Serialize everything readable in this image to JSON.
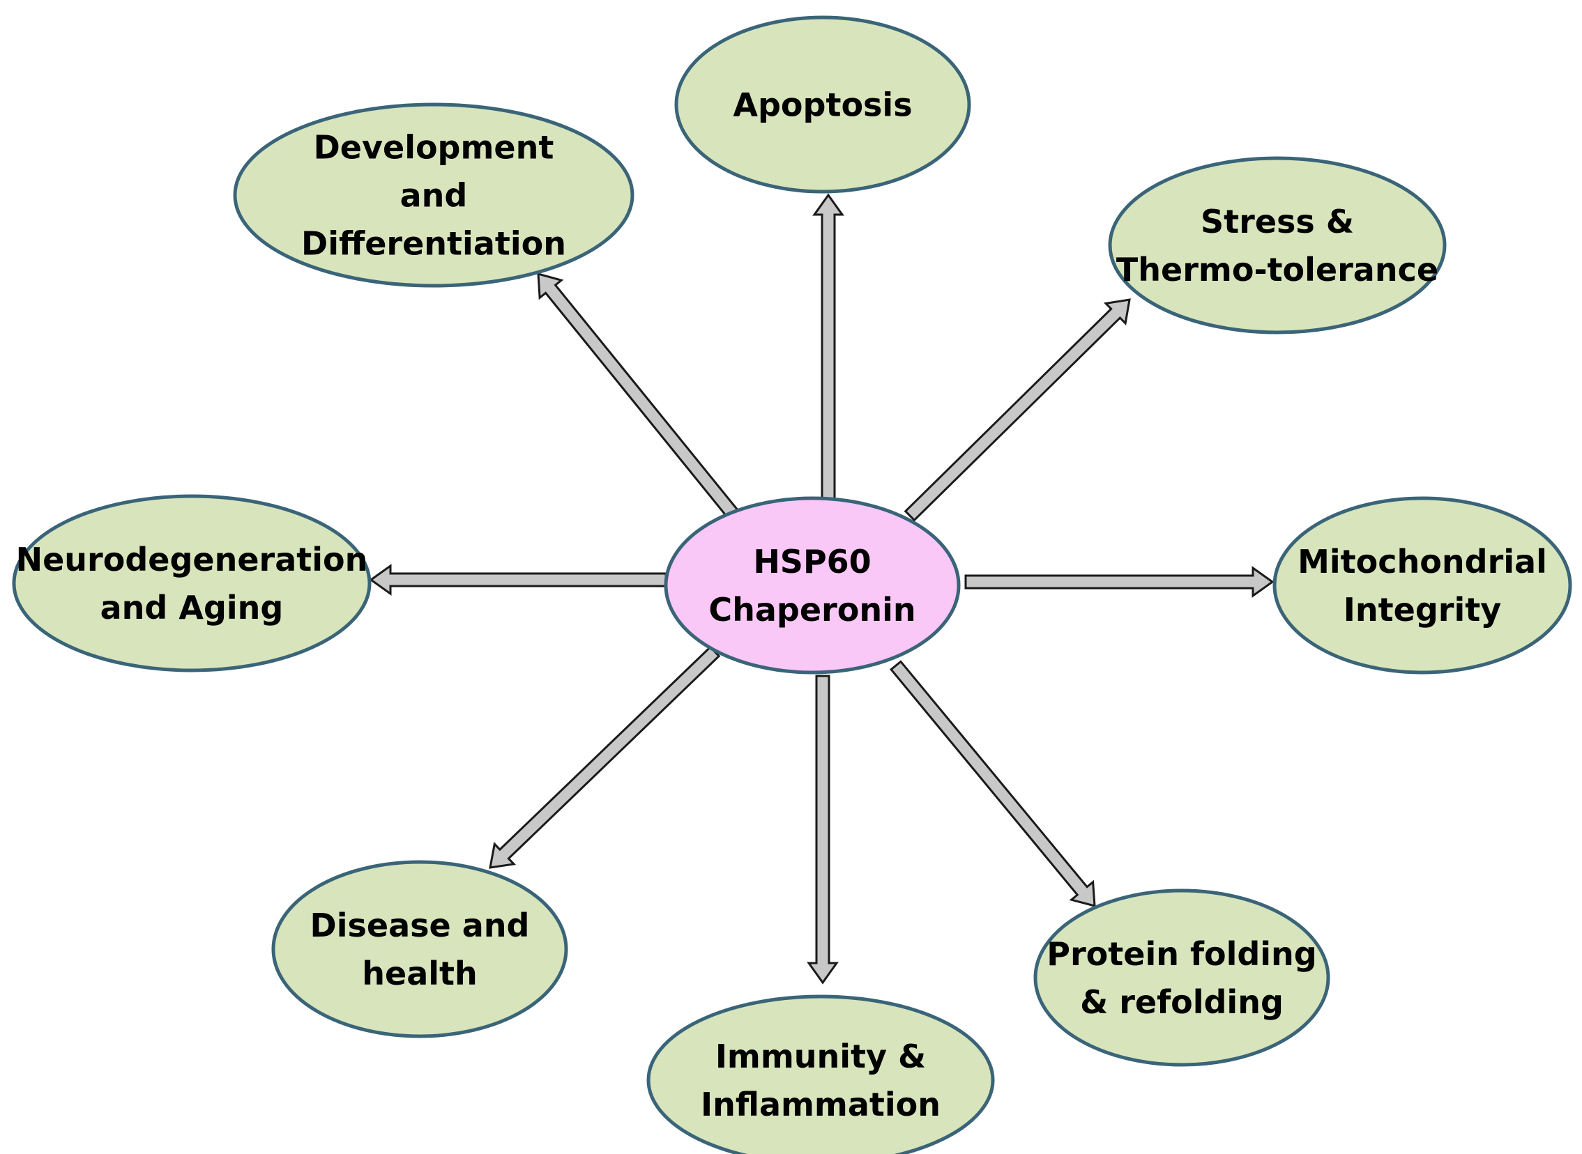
{
  "center": {
    "lines": [
      "HSP60",
      "Chaperonin"
    ],
    "fill": "#f9c8f7"
  },
  "nodes": [
    {
      "id": "apoptosis",
      "lines": [
        "Apoptosis"
      ]
    },
    {
      "id": "development",
      "lines": [
        "Development",
        "and",
        "Differentiation"
      ]
    },
    {
      "id": "stress",
      "lines": [
        "Stress &",
        "Thermo-tolerance"
      ]
    },
    {
      "id": "neurodegeneration",
      "lines": [
        "Neurodegeneration",
        "and Aging"
      ]
    },
    {
      "id": "mitochondrial",
      "lines": [
        "Mitochondrial",
        "Integrity"
      ]
    },
    {
      "id": "disease",
      "lines": [
        "Disease and",
        "health"
      ]
    },
    {
      "id": "immunity",
      "lines": [
        "Immunity &",
        "Inflammation"
      ]
    },
    {
      "id": "protein-folding",
      "lines": [
        "Protein folding",
        "& refolding"
      ]
    }
  ],
  "colors": {
    "node_fill": "#d8e4bc",
    "node_stroke": "#3a6478",
    "arrow_fill": "#c8c8c8",
    "arrow_stroke": "#1a1a1a"
  }
}
